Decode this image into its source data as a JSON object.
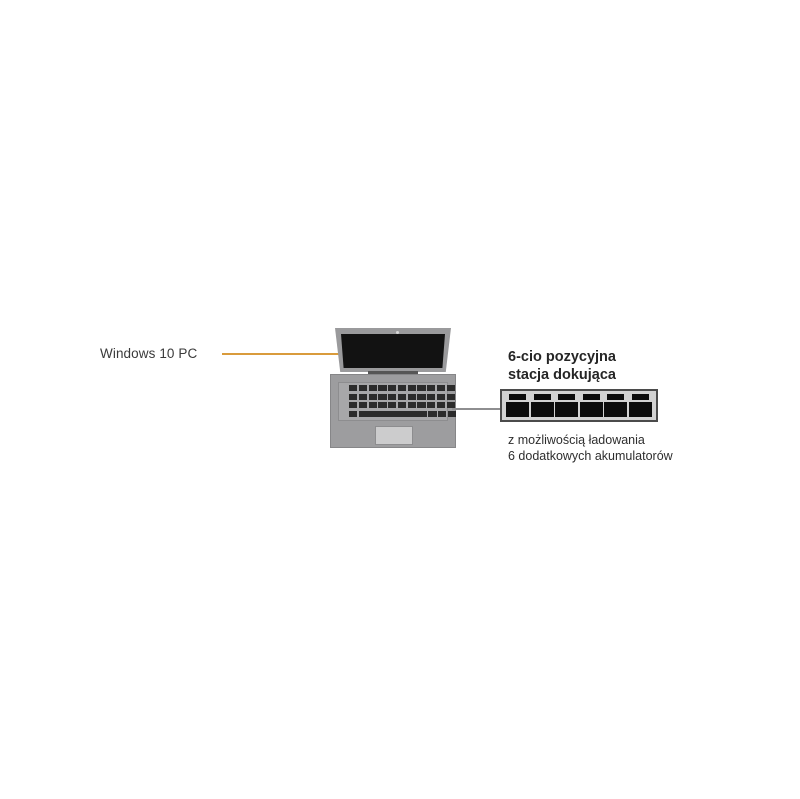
{
  "diagram": {
    "title": "Windows 10 PC with 6-bay docking station",
    "background_color": "#ffffff",
    "accent_color": "#e08a1e",
    "device_body_color": "#9d9d9f",
    "screen_color": "#121212",
    "dock_border_color": "#4b4b4b",
    "dock_body_color": "#d2d2d2"
  },
  "laptop": {
    "callout_label": "Windows 10 PC",
    "keyboard_rows": [
      [
        "",
        "",
        "",
        "",
        "",
        "",
        "",
        "",
        "",
        "",
        ""
      ],
      [
        "",
        "",
        "",
        "",
        "",
        "",
        "",
        "",
        "",
        "",
        ""
      ],
      [
        "",
        "",
        "",
        "",
        "",
        "",
        "",
        "",
        "",
        "",
        ""
      ],
      [
        "",
        "",
        "",
        "",
        "",
        "",
        "",
        "",
        "",
        "",
        ""
      ]
    ],
    "bottom_row_keys": 3,
    "webcam": "webcam-dot",
    "trackpad": "trackpad"
  },
  "dock": {
    "heading_line1": "6-cio pozycyjna",
    "heading_line2": "stacja dokująca",
    "subtext_line1": "z możliwością ładowania",
    "subtext_line2": "6 dodatkowych akumulatorów",
    "bay_count": 6,
    "bays": [
      {
        "label": "bay-1"
      },
      {
        "label": "bay-2"
      },
      {
        "label": "bay-3"
      },
      {
        "label": "bay-4"
      },
      {
        "label": "bay-5"
      },
      {
        "label": "bay-6"
      }
    ]
  }
}
